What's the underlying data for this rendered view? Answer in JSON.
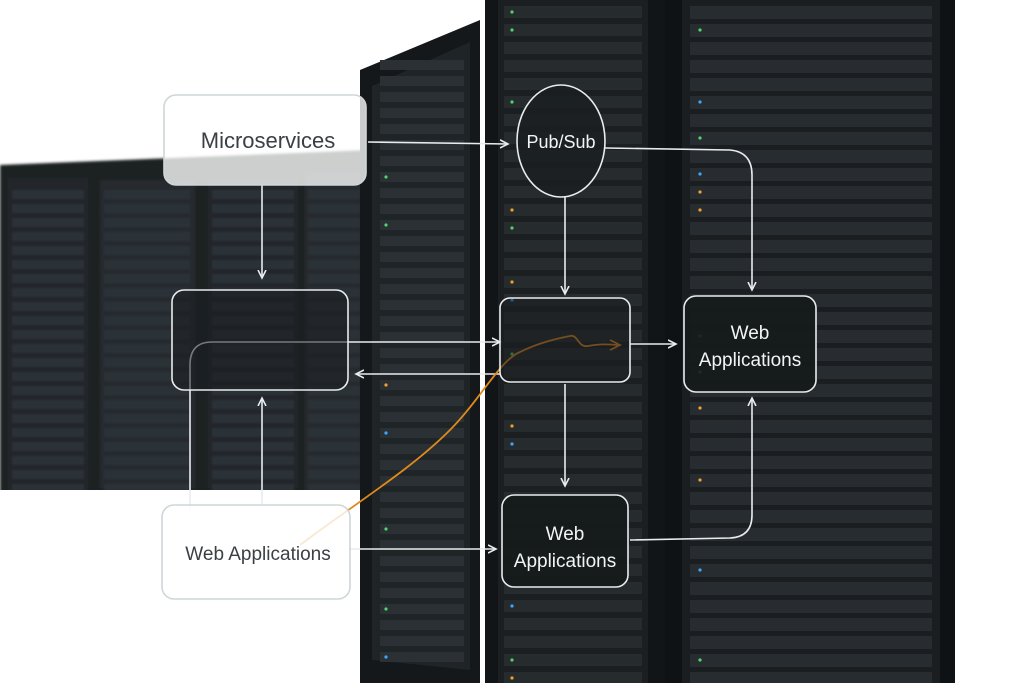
{
  "colors": {
    "background": "#ffffff",
    "rack": "#16191b",
    "rack_panel": "#22272a",
    "line": "#e8ecee",
    "accent_orange": "#e08a1e",
    "led_blue": "#3aa8ff",
    "led_green": "#4fd36a",
    "led_orange": "#f0a030",
    "light_box_text": "#3a4044",
    "dark_box_text": "#f2f4f5"
  },
  "nodes": {
    "microservices": {
      "label": "Microservices"
    },
    "pubsub": {
      "label": "Pub/Sub"
    },
    "web_apps_right": {
      "line1": "Web",
      "line2": "Applications"
    },
    "web_apps_bottom_center": {
      "line1": "Web",
      "line2": "Applications"
    },
    "web_apps_bottom_left": {
      "label": "Web Applications"
    }
  }
}
